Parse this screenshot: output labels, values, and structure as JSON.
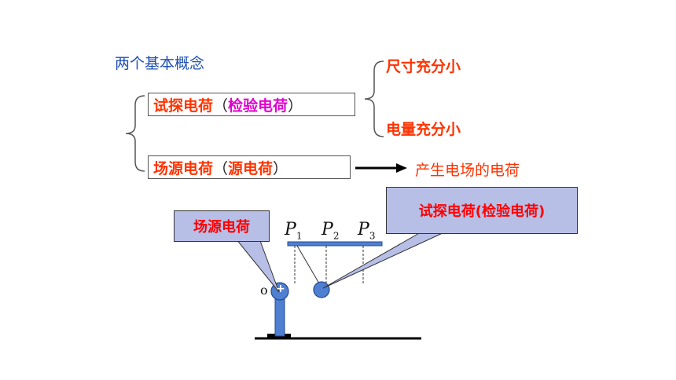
{
  "title": "两个基本概念",
  "concepts": {
    "test_charge": {
      "main": "试探电荷",
      "paren_open": "（",
      "alt": "检验电荷",
      "paren_close": "）"
    },
    "source_charge": {
      "main": "场源电荷",
      "paren_open": "（",
      "alt": "源电荷",
      "paren_close": "）"
    }
  },
  "test_conditions": [
    "尺寸充分小",
    "电量充分小"
  ],
  "source_result": "产生电场的电荷",
  "figure": {
    "source_callout": "场源电荷",
    "test_callout": "试探电荷(检验电荷)",
    "origin_label": "o",
    "source_sign": "+",
    "points": [
      {
        "letter": "P",
        "sub": "1"
      },
      {
        "letter": "P",
        "sub": "2"
      },
      {
        "letter": "P",
        "sub": "3"
      }
    ]
  },
  "colors": {
    "title": "#1f4fb5",
    "emphasis": "#ff3300",
    "alt_name": "#e000d0",
    "callout_fill": "#b7bfe7",
    "apparatus": "#4f7fd0"
  }
}
